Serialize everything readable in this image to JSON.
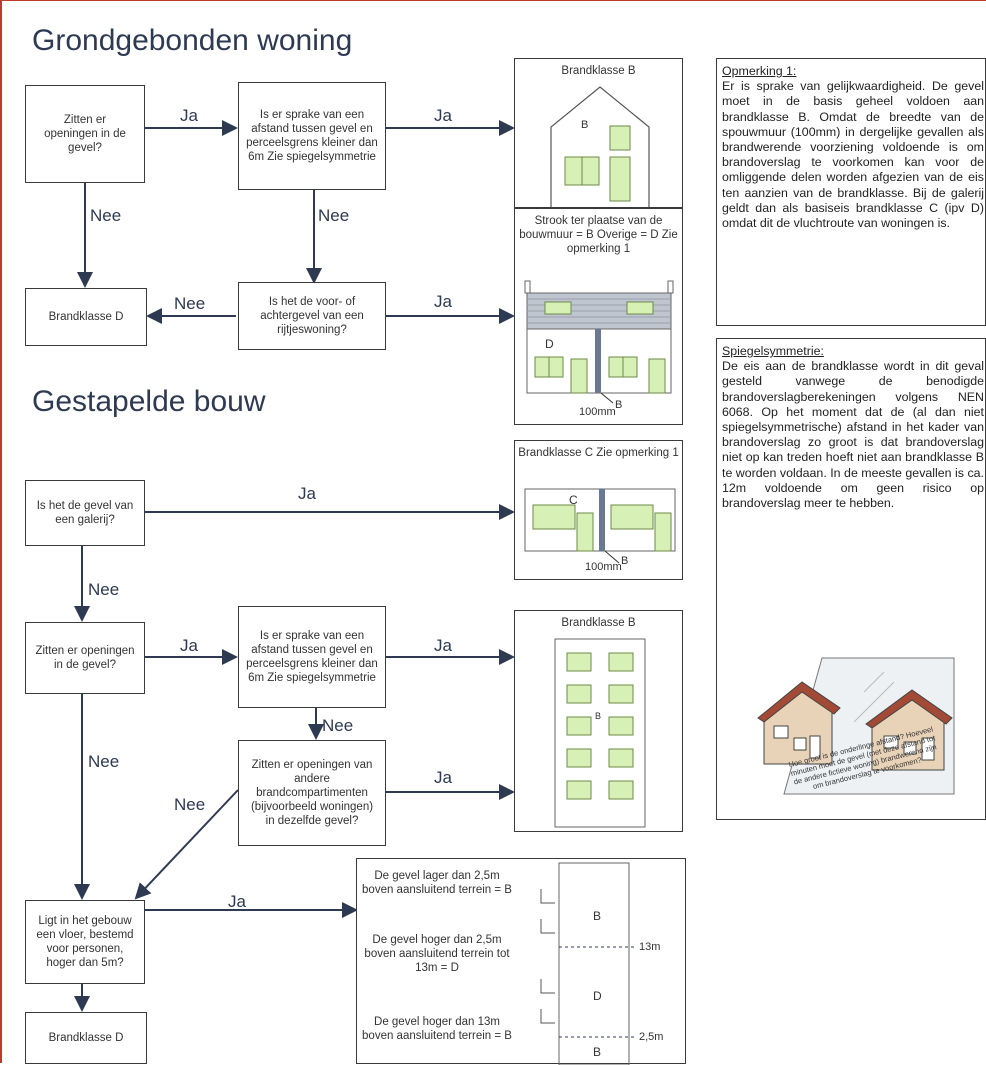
{
  "section1": {
    "title": "Grondgebonden woning"
  },
  "section2": {
    "title": "Gestapelde bouw"
  },
  "labels": {
    "ja": "Ja",
    "nee": "Nee"
  },
  "boxes": {
    "openingen1": "Zitten er openingen in de gevel?",
    "afstand1": "Is er sprake van een afstand tussen gevel en perceelsgrens kleiner dan 6m Zie spiegelsymmetrie",
    "brandD1": "Brandklasse D",
    "voorgevel": "Is het de voor- of achtergevel van een rijtjeswoning?",
    "galerij": "Is het de gevel van een galerij?",
    "openingen2": "Zitten er openingen in de gevel?",
    "afstand2": "Is er sprake van een afstand tussen gevel en perceelsgrens kleiner dan 6m Zie spiegelsymmetrie",
    "andere": "Zitten er openingen van andere brandcompartimenten (bijvoorbeeld woningen) in dezelfde gevel?",
    "vloer": "Ligt in het gebouw een vloer, bestemd voor personen, hoger dan 5m?",
    "brandD2": "Brandklasse D"
  },
  "images": {
    "house_b": {
      "caption": "Brandklasse B",
      "mark": "B"
    },
    "row": {
      "caption": "Strook ter plaatse van de bouwmuur = B Overige = D Zie opmerking 1",
      "mark_d": "D",
      "mark_b": "B",
      "dim": "100mm"
    },
    "galerij_c": {
      "caption": "Brandklasse C Zie opmerking 1",
      "mark_c": "C",
      "mark_b": "B",
      "dim": "100mm"
    },
    "flat_b": {
      "caption": "Brandklasse B",
      "mark": "B"
    },
    "height": {
      "text1": "De gevel lager dan 2,5m boven aansluitend terrein = B",
      "text2": "De gevel hoger dan 2,5m boven aansluitend terrein tot 13m = D",
      "text3": "De gevel hoger dan 13m boven aansluitend terrein = B",
      "zone_top": "B",
      "zone_mid": "D",
      "zone_bot": "B",
      "level13": "13m",
      "level25": "2,5m"
    }
  },
  "notes": {
    "opmerking_title": "Opmerking 1:",
    "opmerking_text": "Er is sprake van gelijkwaardigheid. De gevel moet in de basis geheel voldoen aan brandklasse B. Omdat de breedte van de spouwmuur (100mm) in dergelijke gevallen als brandwerende voorziening voldoende is om brandoverslag te voorkomen kan voor de omliggende delen worden afgezien van de eis ten aanzien van de brandklasse. Bij de galerij geldt dan als basiseis brandklasse C (ipv D) omdat dit de vluchtroute van woningen is.",
    "spiegel_title": "Spiegelsymmetrie:",
    "spiegel_text": "De eis aan de brandklasse wordt in dit geval gesteld vanwege de benodigde brandoverslagberekeningen volgens NEN 6068. Op het moment dat de (al dan niet spiegelsymmetrische) afstand in het kader van brandoverslag zo groot is dat brandoverslag niet op kan treden hoeft niet aan brandklasse B te worden voldaan. In de meeste gevallen is ca. 12m voldoende om geen risico op brandoverslag meer te hebben.",
    "mirror_caption": "Hoe groot is de onderlinge afstand? Hoeveel minuten moet de gevel (met deze afstand tot de andere fictieve woning) brandwerend zijn om brandoverslag te voorkomen?"
  },
  "colors": {
    "window": "#d6f0b6",
    "window_border": "#6c8a4a",
    "arrow": "#2e3a52",
    "frame": "#c0392b"
  }
}
